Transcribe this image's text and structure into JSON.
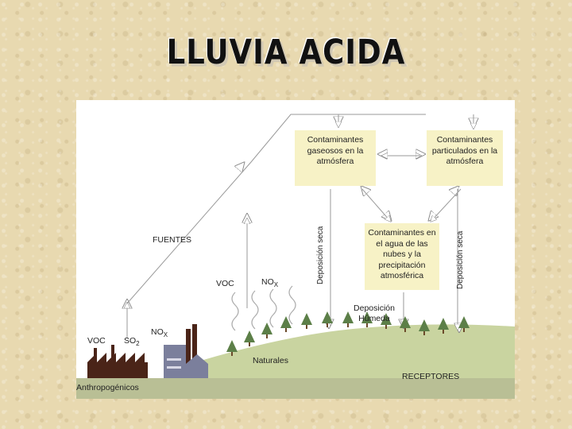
{
  "title": "LLUVIA ACIDA",
  "diagram": {
    "boxes": {
      "gaseous": "Contaminantes gaseosos en la atmósfera",
      "particulate": "Contaminantes particulados en la atmósfera",
      "clouds": "Contaminantes en el agua de las nubes y la precipitación atmosférica"
    },
    "labels": {
      "fuentes": "FUENTES",
      "voc_natural": "VOC",
      "nox_natural": "NO",
      "nox_natural_sub": "X",
      "voc_anthro": "VOC",
      "so2": "SO",
      "so2_sub": "2",
      "nox_anthro": "NO",
      "nox_anthro_sub": "X",
      "naturales": "Naturales",
      "anthropogenicos": "Anthropogénicos",
      "receptores": "RECEPTORES",
      "deposicion_humeda": "Deposición Húmeda",
      "deposicion_seca_1": "Deposición seca",
      "deposicion_seca_2": "Deposición seca"
    },
    "colors": {
      "box_fill": "#f7f2c6",
      "hill": "#c9d4a0",
      "ground": "#b9bf95",
      "tree": "#5c7f48",
      "factory": "#4a2418",
      "house": "#7b7f9c"
    }
  }
}
